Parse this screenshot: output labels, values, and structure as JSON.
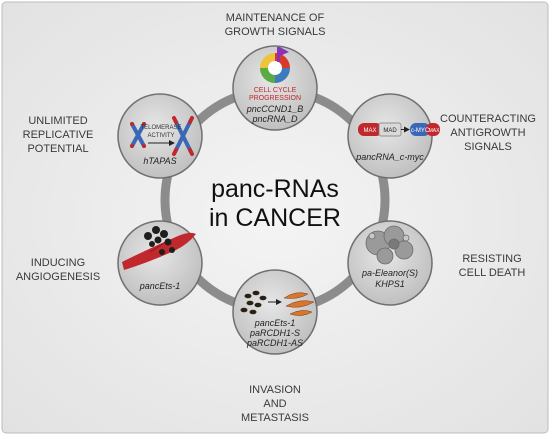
{
  "center": {
    "line1": "panc-RNAs",
    "line2": "in CANCER"
  },
  "hallmarks": {
    "growth": {
      "label_lines": [
        "MAINTENANCE OF",
        "GROWTH SIGNALS"
      ],
      "icon_lines": [
        "CELL CYCLE",
        "PROGRESSION"
      ],
      "genes": [
        "pncCCND1_B",
        "pncRNA_D"
      ]
    },
    "antigrowth": {
      "label_lines": [
        "COUNTERACTING",
        "ANTIGROWTH",
        "SIGNALS"
      ],
      "icon_labels": [
        "MAX",
        "MAD",
        "c-MYC",
        "MAX"
      ],
      "genes": [
        "pancRNA_c-myc"
      ]
    },
    "death": {
      "label_lines": [
        "RESISTING",
        "CELL DEATH"
      ],
      "genes": [
        "pa-Eleanor(S)",
        "KHPS1"
      ]
    },
    "invasion": {
      "label_lines": [
        "INVASION",
        "AND",
        "METASTASIS"
      ],
      "genes": [
        "pancEts-1",
        "paRCDH1-S",
        "paRCDH1-AS"
      ]
    },
    "angiogenesis": {
      "label_lines": [
        "INDUCING",
        "ANGIOGENESIS"
      ],
      "genes": [
        "pancEts-1"
      ]
    },
    "replicative": {
      "label_lines": [
        "UNLIMITED",
        "REPLICATIVE",
        "POTENTIAL"
      ],
      "icon_lines": [
        "TELOMERASE",
        "ACTIVITY"
      ],
      "genes": [
        "hTAPAS"
      ]
    }
  },
  "colors": {
    "background_panel": "#ececec",
    "ring": "#8c8c8c",
    "node_fill": "#d0d0d0",
    "node_stroke": "#6f6f6f",
    "accent_red": "#c0282d",
    "accent_blue": "#3a68b6"
  }
}
